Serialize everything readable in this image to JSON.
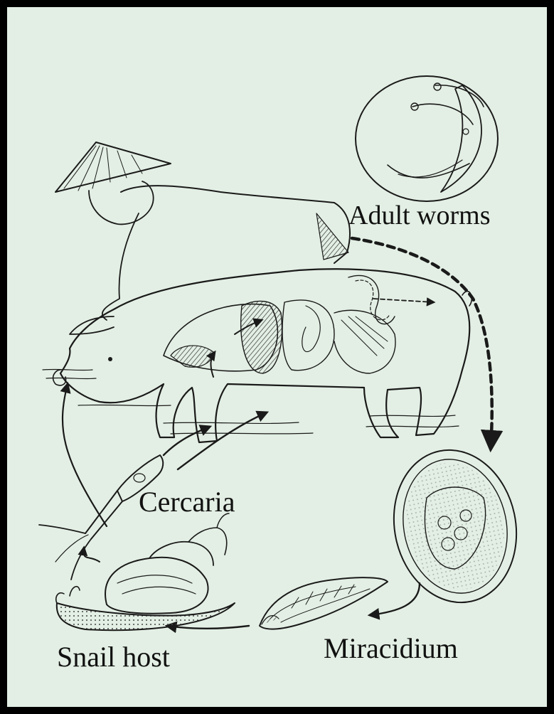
{
  "labels": {
    "adult_worms": "Adult worms",
    "cercaria": "Cercaria",
    "miracidium": "Miracidium",
    "snail_host": "Snail host"
  },
  "colors": {
    "border": "#000000",
    "background": "#e3efe4",
    "ink": "#1a1a1a"
  }
}
